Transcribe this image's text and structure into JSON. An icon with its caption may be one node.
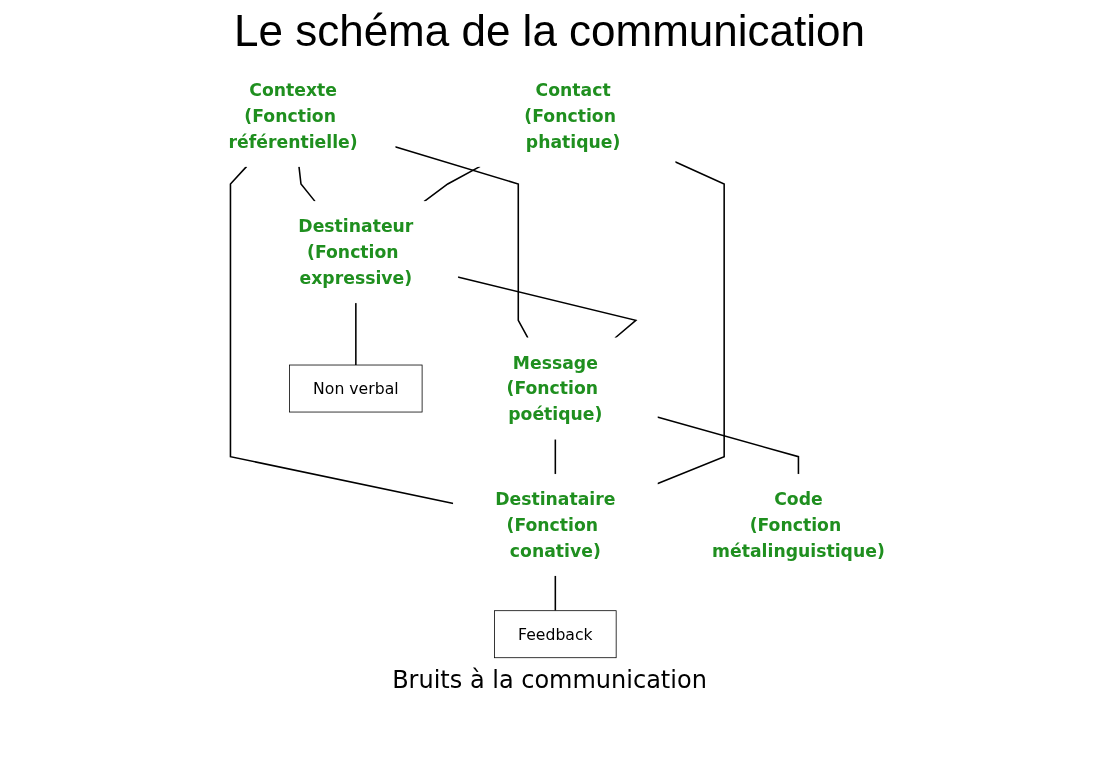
{
  "diagram": {
    "title": "Le schéma de la communication",
    "nodes": [
      {
        "text": [
          "Contexte",
          "(Fonction référentielle)"
        ]
      },
      {
        "text": [
          "Destinateur",
          "(Fonction expressive)"
        ]
      },
      {
        "text": [
          "Message",
          "(Fonction poétique)"
        ]
      },
      {
        "text": [
          "Destinataire",
          "(Fonction conative)"
        ]
      },
      {
        "text": [
          "Code",
          "(Fonction métalinguistique)"
        ]
      },
      {
        "text": [
          "Contact",
          "(Fonction phatique)"
        ]
      },
      {
        "text": [
          "Non verbal"
        ]
      },
      {
        "text": [
          "Feedback"
        ]
      }
    ],
    "edges": [
      {
        "from": 0,
        "to": 1,
        "arrow": "none"
      },
      {
        "from": 0,
        "to": 2,
        "arrow": "none"
      },
      {
        "from": 0,
        "to": 3,
        "arrow": "none"
      },
      {
        "from": 1,
        "to": 2,
        "arrow": "none"
      },
      {
        "from": 2,
        "to": 3,
        "arrow": "none"
      },
      {
        "from": 2,
        "to": 4,
        "arrow": "none"
      },
      {
        "from": 5,
        "to": 1,
        "arrow": "none"
      },
      {
        "from": 5,
        "to": 3,
        "arrow": "none"
      },
      {
        "from": 1,
        "to": 6,
        "arrow": "none"
      },
      {
        "from": 3,
        "to": 7,
        "arrow": "none"
      }
    ],
    "labels": [
      "Bruits à la communication"
    ]
  }
}
